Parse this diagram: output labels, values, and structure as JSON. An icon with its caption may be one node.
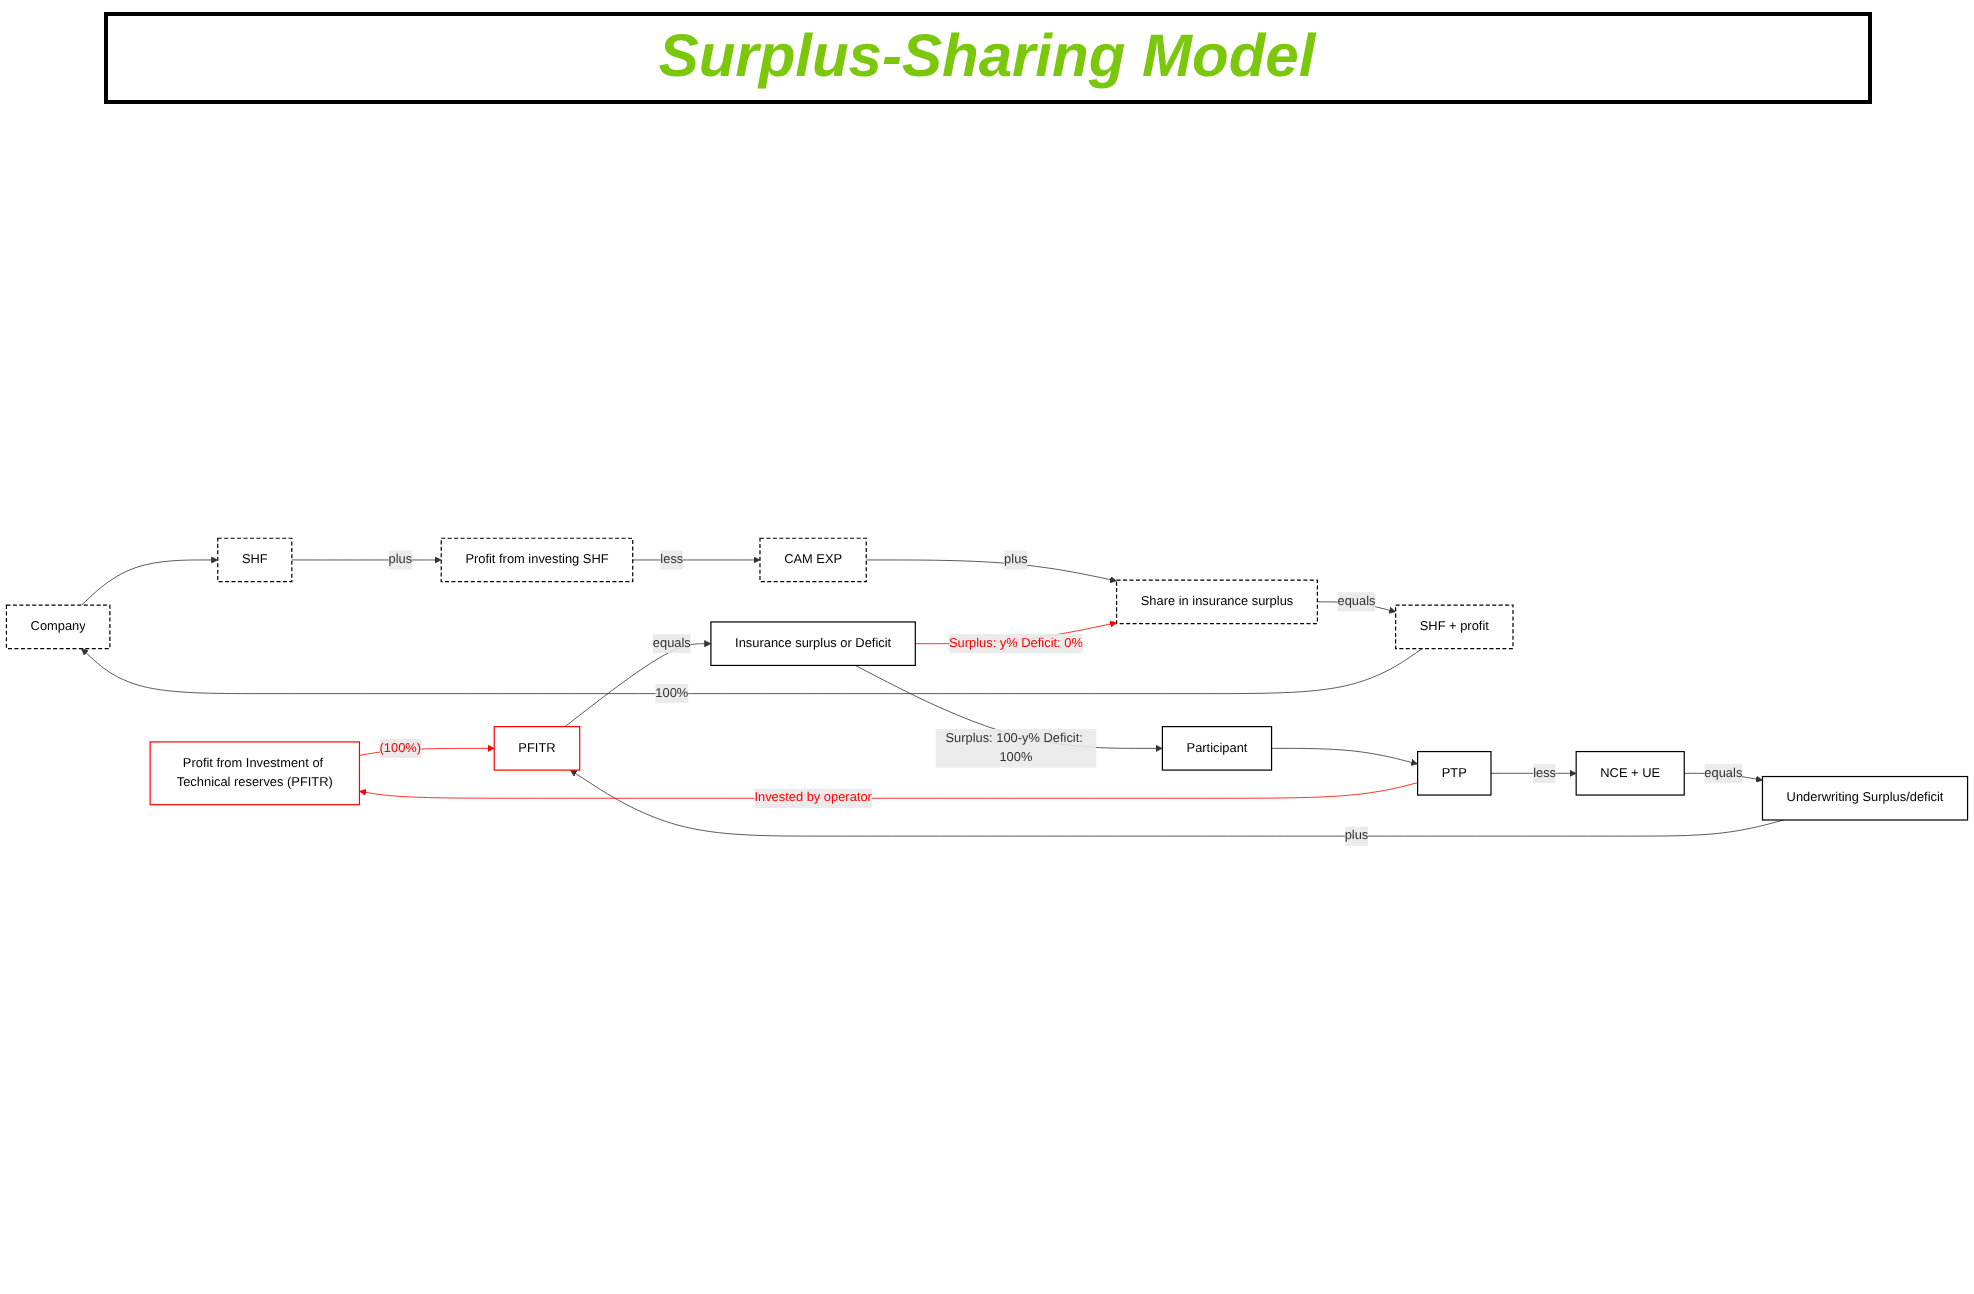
{
  "diagram": {
    "title": "Surplus-Sharing Model",
    "nodes": [
      {
        "text": [
          "Company"
        ]
      },
      {
        "text": [
          "SHF"
        ]
      },
      {
        "text": [
          "Profit from investing SHF"
        ]
      },
      {
        "text": [
          "CAM EXP"
        ]
      },
      {
        "text": [
          "Share in insurance surplus"
        ]
      },
      {
        "text": [
          "SHF + profit"
        ]
      },
      {
        "text": [
          "Profit from Investment of Technical reserves (PFITR)"
        ]
      },
      {
        "text": [
          "Participant"
        ]
      },
      {
        "text": [
          "PTP"
        ]
      },
      {
        "text": [
          "NCE + UE"
        ]
      },
      {
        "text": [
          "Underwriting Surplus/deficit"
        ]
      },
      {
        "text": [
          "PFITR"
        ]
      },
      {
        "text": [
          "Insurance surplus or Deficit"
        ]
      }
    ],
    "edges": [
      {
        "from": 0,
        "to": 1,
        "arrow": "to"
      },
      {
        "from": 1,
        "to": 2,
        "arrow": "to",
        "label": "plus"
      },
      {
        "from": 2,
        "to": 3,
        "arrow": "to",
        "label": "less"
      },
      {
        "from": 3,
        "to": 4,
        "arrow": "to",
        "label": "plus"
      },
      {
        "from": 4,
        "to": 5,
        "arrow": "to",
        "label": "equals"
      },
      {
        "from": 5,
        "to": 0,
        "arrow": "to",
        "label": "100%"
      },
      {
        "from": 7,
        "to": 8,
        "arrow": "to"
      },
      {
        "from": 8,
        "to": 9,
        "arrow": "to",
        "label": "less"
      },
      {
        "from": 9,
        "to": 10,
        "arrow": "to",
        "label": "equals"
      },
      {
        "from": 10,
        "to": 11,
        "arrow": "to",
        "label": "plus"
      },
      {
        "from": 11,
        "to": 12,
        "arrow": "to",
        "label": "equals"
      },
      {
        "from": 8,
        "to": 6,
        "arrow": "to",
        "label": "Invested by operator",
        "color": "#ff0000"
      },
      {
        "from": 6,
        "to": 11,
        "arrow": "to",
        "label": "(100%)",
        "color": "#ff0000"
      },
      {
        "from": 12,
        "to": 4,
        "arrow": "to",
        "label": "Surplus: y% Deficit: 0%",
        "color": "#ff0000"
      },
      {
        "from": 12,
        "to": 7,
        "arrow": "to",
        "label": "Surplus: 100-y% Deficit: 100%"
      }
    ]
  }
}
